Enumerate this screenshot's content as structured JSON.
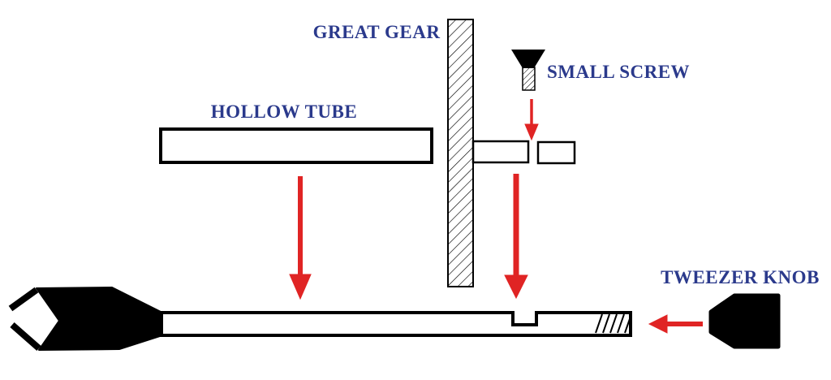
{
  "diagram": {
    "background_color": "#ffffff",
    "label_color": "#2b3a8c",
    "arrow_color": "#e02424",
    "outline_color": "#000000",
    "part_fill_color": "#000000",
    "labels": {
      "great_gear": "GREAT GEAR",
      "small_screw": "SMALL SCREW",
      "hollow_tube": "HOLLOW TUBE",
      "tweezer_knob": "TWEEZER KNOB"
    }
  }
}
